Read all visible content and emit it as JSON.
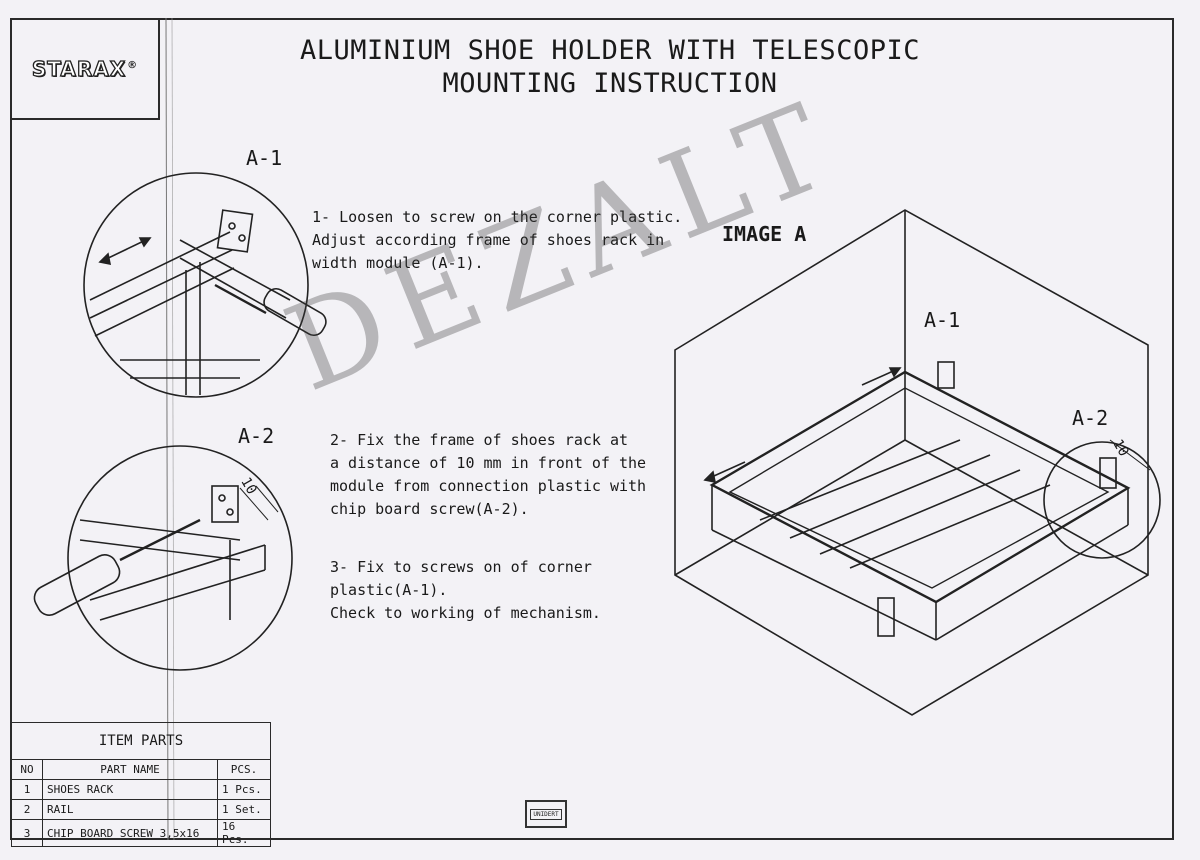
{
  "logo": {
    "text": "STARAX",
    "mark": "®"
  },
  "title": {
    "line1": "ALUMINIUM SHOE HOLDER WITH TELESCOPIC",
    "line2": "MOUNTING INSTRUCTION"
  },
  "labels": {
    "a1_top": "A-1",
    "a2_top": "A-2",
    "image_a": "IMAGE A",
    "a1_image": "A-1",
    "a2_image": "A-2",
    "dim_a2": "10",
    "dim_image": "10"
  },
  "steps": [
    "1- Loosen to screw on the corner plastic.\nAdjust according frame of shoes rack in\nwidth module (A-1).",
    "2- Fix the frame of shoes rack at\na distance of 10 mm in front of the\nmodule from connection plastic with\nchip board screw(A-2).",
    "3- Fix to screws on of corner\nplastic(A-1).\nCheck to working of mechanism."
  ],
  "watermark": "DEZALT",
  "parts_table": {
    "caption": "ITEM PARTS",
    "headers": {
      "no": "NO",
      "name": "PART NAME",
      "pcs": "PCS."
    },
    "rows": [
      {
        "no": "1",
        "name": "SHOES RACK",
        "pcs": "1 Pcs."
      },
      {
        "no": "2",
        "name": "RAIL",
        "pcs": "1 Set."
      },
      {
        "no": "3",
        "name": "CHIP BOARD SCREW 3,5x16",
        "pcs": "16 Pcs."
      }
    ]
  },
  "stamp": "UNIDERT"
}
